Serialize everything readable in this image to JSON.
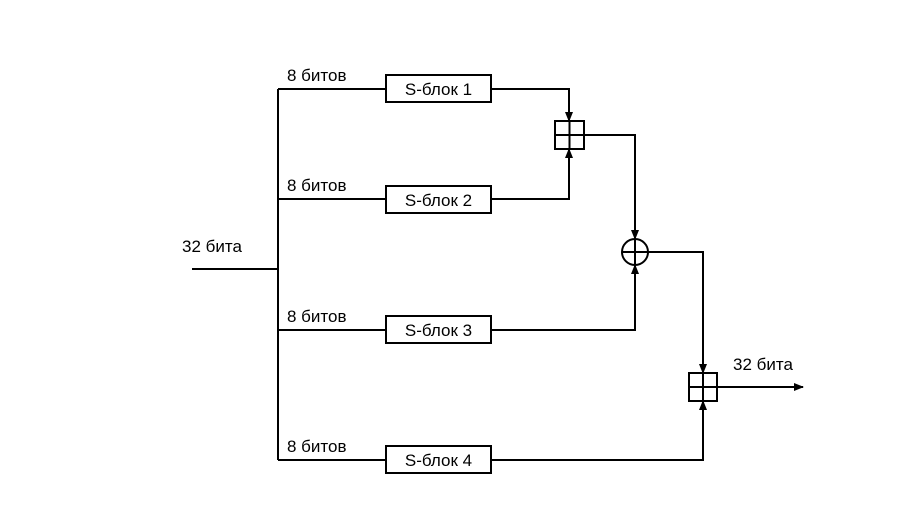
{
  "diagram": {
    "input_label": "32 бита",
    "output_label": "32 бита",
    "branch_labels": [
      "8 битов",
      "8 битов",
      "8 битов",
      "8 битов"
    ],
    "sboxes": [
      "S-блок 1",
      "S-блок 2",
      "S-блок 3",
      "S-блок 4"
    ],
    "operators": [
      {
        "type": "add-mod",
        "symbol": "⊞",
        "inputs": [
          "S-блок 1",
          "S-блок 2"
        ]
      },
      {
        "type": "xor",
        "symbol": "⊕",
        "inputs": [
          "add-mod-1",
          "S-блок 3"
        ]
      },
      {
        "type": "add-mod",
        "symbol": "⊞",
        "inputs": [
          "xor",
          "S-блок 4"
        ]
      }
    ],
    "line_color": "#000000"
  }
}
